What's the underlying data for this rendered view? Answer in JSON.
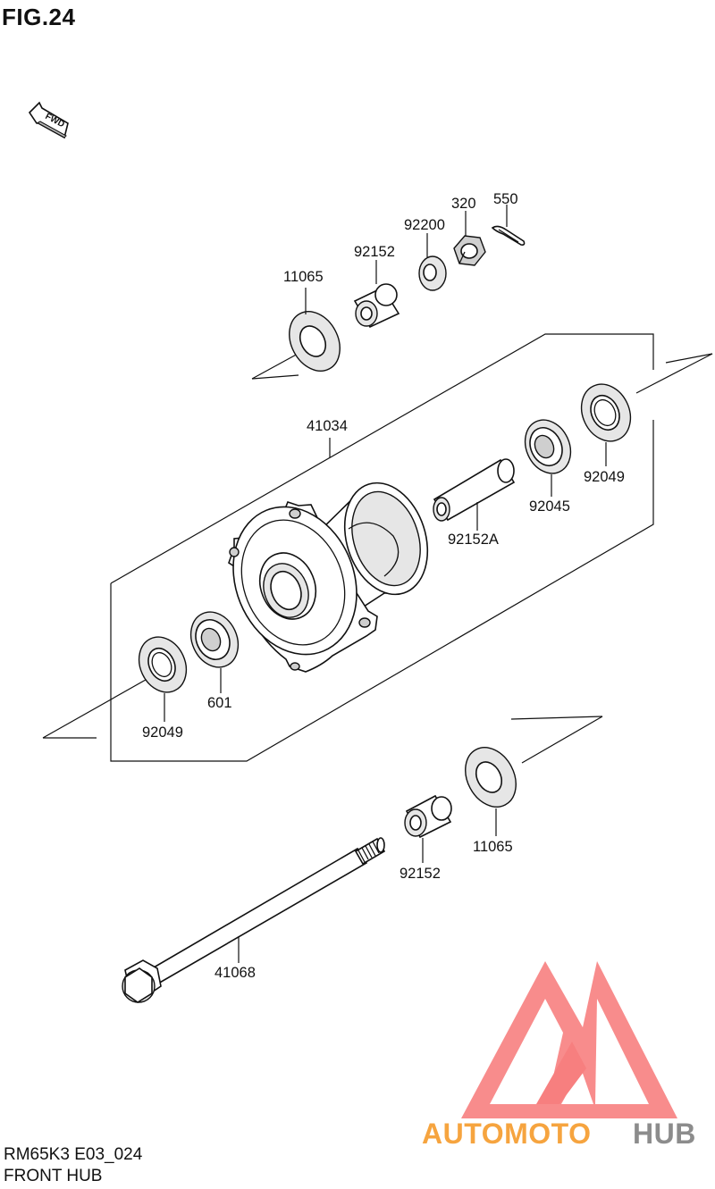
{
  "figure": {
    "title": "FIG.24"
  },
  "direction_badge": {
    "text": "FWD"
  },
  "part_labels": {
    "hub_assembly": "41034",
    "bearing_left": "601",
    "seal_left": "92049",
    "spacer_tube": "92152A",
    "bearing_right": "92045",
    "seal_right": "92049",
    "collar_top_washer": "11065",
    "collar_top": "92152",
    "washer_top": "92200",
    "nut": "320",
    "cotter_pin": "550",
    "collar_bottom": "92152",
    "collar_bottom_washer": "11065",
    "axle": "41068"
  },
  "footer": {
    "code": "RM65K3 E03_024",
    "name": "FRONT HUB"
  },
  "watermark": {
    "word_a": "AUTOMOTO",
    "word_b": "HUB",
    "color_a": "#f6a43f",
    "color_b": "#8c8c8c",
    "logo_color": "#f77f7f"
  }
}
